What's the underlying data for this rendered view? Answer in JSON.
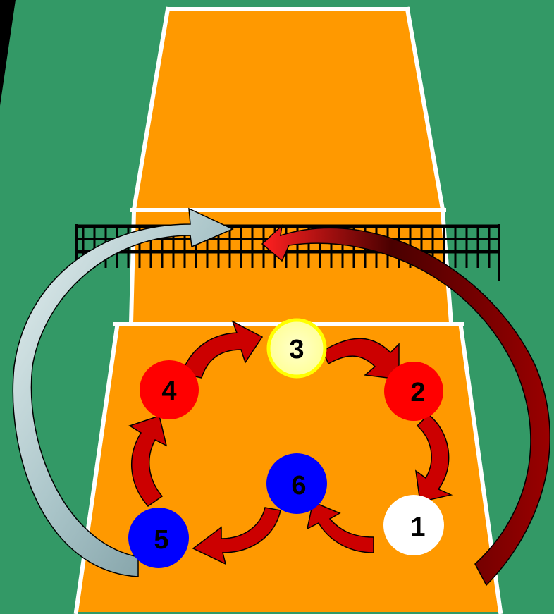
{
  "colors": {
    "background": "#339966",
    "court": "#ff9900",
    "lines": "#ffffff",
    "net": "#000000",
    "rotation_arrow": "#cc0000",
    "player_red": "#ff0000",
    "player_yellow_fill": "#ffff99",
    "player_yellow_ring": "#ffff00",
    "player_blue": "#0000ff",
    "player_white": "#ffffff"
  },
  "players": [
    {
      "id": "p1",
      "label": "1",
      "color": "#ffffff",
      "text_color": "#000000"
    },
    {
      "id": "p2",
      "label": "2",
      "color": "#ff0000",
      "text_color": "#000000"
    },
    {
      "id": "p3",
      "label": "3",
      "color": "#ffff99",
      "text_color": "#000000"
    },
    {
      "id": "p4",
      "label": "4",
      "color": "#ff0000",
      "text_color": "#000000"
    },
    {
      "id": "p5",
      "label": "5",
      "color": "#0000ff",
      "text_color": "#000000"
    },
    {
      "id": "p6",
      "label": "6",
      "color": "#0000ff",
      "text_color": "#000000"
    }
  ],
  "icons": {
    "rotation_arrows": "curved-arrow-icon",
    "left_swap_arrow": "gray-curved-arrow-icon",
    "right_swap_arrow": "darkred-curved-arrow-icon"
  }
}
